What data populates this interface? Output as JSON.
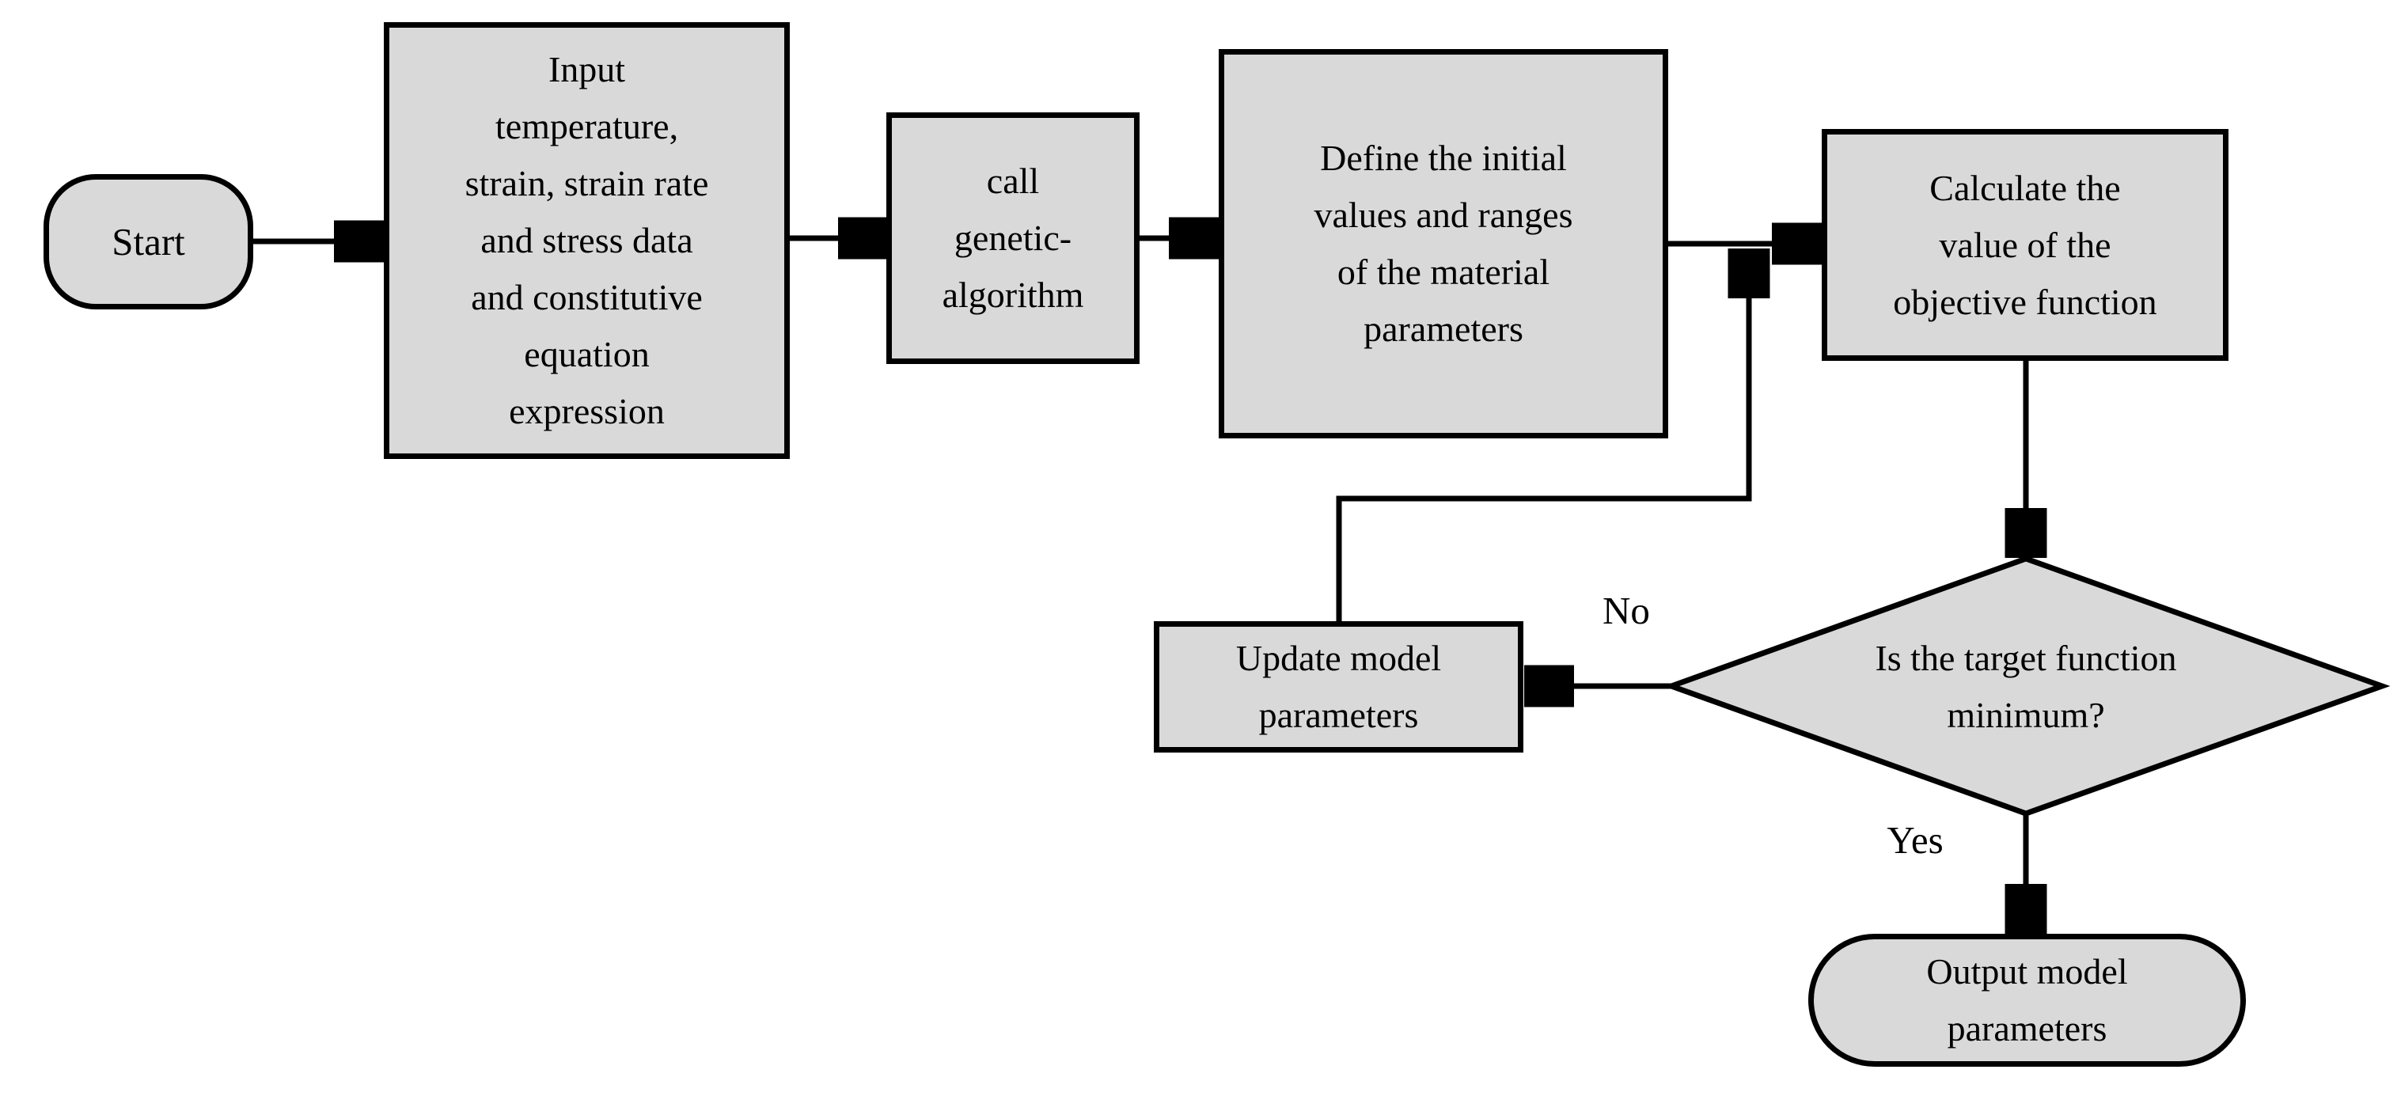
{
  "colors": {
    "node_fill": "#d9d9d9",
    "stroke": "#000000",
    "background": "#ffffff"
  },
  "nodes": {
    "start": {
      "label": "Start",
      "shape": "terminator"
    },
    "input_data": {
      "label": "Input\ntemperature,\nstrain, strain rate\nand stress data\nand constitutive\nequation\nexpression",
      "shape": "process"
    },
    "call_ga": {
      "label": "call\ngenetic-\nalgorithm",
      "shape": "process"
    },
    "define_initial": {
      "label": "Define the initial\nvalues and ranges\nof the material\nparameters",
      "shape": "process"
    },
    "calculate_objective": {
      "label": "Calculate the\nvalue of the\nobjective function",
      "shape": "process"
    },
    "decision_minimum": {
      "label": "Is the target function\nminimum?",
      "shape": "decision"
    },
    "update_params": {
      "label": "Update model\nparameters",
      "shape": "process"
    },
    "output_params": {
      "label": "Output model\nparameters",
      "shape": "terminator"
    }
  },
  "edge_labels": {
    "no": "No",
    "yes": "Yes"
  }
}
